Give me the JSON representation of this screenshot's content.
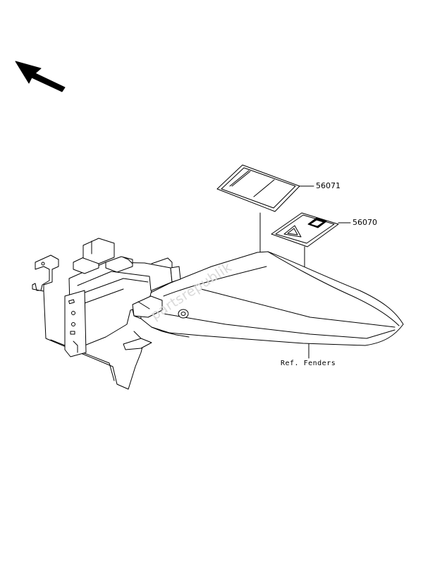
{
  "labels": {
    "part_a": "56071",
    "part_b": "56070",
    "reference": "Ref. Fenders"
  },
  "watermark": "partsrepublik",
  "icons": {
    "direction_arrow": "arrow-up-left-icon"
  },
  "colors": {
    "line": "#000000",
    "background": "#ffffff",
    "watermark": "#d9d9d9"
  }
}
